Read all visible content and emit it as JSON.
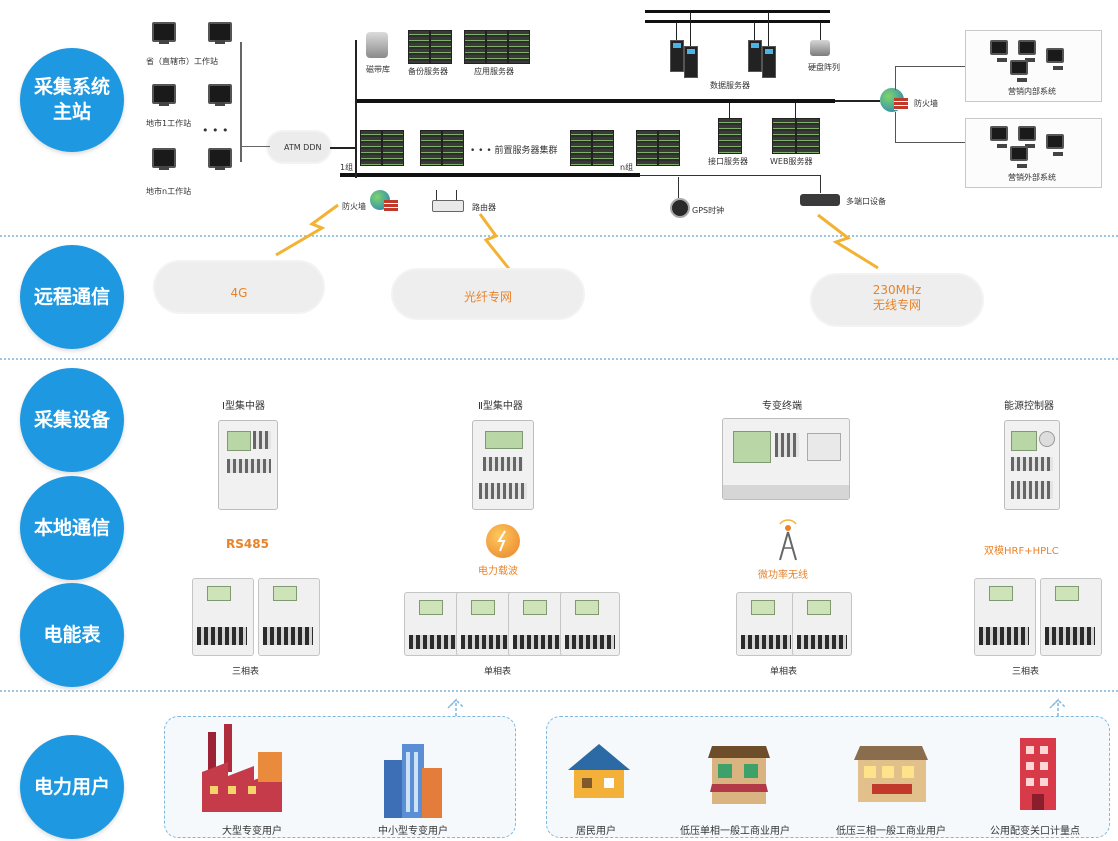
{
  "sections": {
    "master": "采集系统\n主站",
    "remote": "远程通信",
    "device": "采集设备",
    "local": "本地通信",
    "meter": "电能表",
    "user": "电力用户"
  },
  "master_station": {
    "ws_province": "省（直辖市）工作站",
    "ws_city1": "地市1工作站",
    "ws_dots": "• • •",
    "ws_cityn": "地市n工作站",
    "atm_ddn": "ATM DDN",
    "magnetic": "磁带库",
    "backup_server": "备份服务器",
    "app_server": "应用服务器",
    "data_server": "数据服务器",
    "disk_array": "硬盘阵列",
    "firewall_top": "防火墙",
    "internal_system": "营销内部系统",
    "external_system": "营销外部系统",
    "group1": "1组",
    "cluster": "• • •  前置服务器集群",
    "groupn": "n组",
    "interface_server": "接口服务器",
    "web_server": "WEB服务器",
    "firewall_bottom": "防火墙",
    "router": "路由器",
    "gps": "GPS时钟",
    "multiport": "多端口设备"
  },
  "remote_comm": {
    "c1": "4G",
    "c2": "光纤专网",
    "c3": "230MHz\n无线专网"
  },
  "devices": {
    "d1": "I型集中器",
    "d2": "Ⅱ型集中器",
    "d3": "专变终端",
    "d4": "能源控制器"
  },
  "local_comm": {
    "l1": "RS485",
    "l2": "电力载波",
    "l3": "微功率无线",
    "l4": "双模HRF+HPLC"
  },
  "meters": {
    "m1": "三相表",
    "m2": "单相表",
    "m3": "单相表",
    "m4": "三相表"
  },
  "users": {
    "u1": "大型专变用户",
    "u2": "中小型专变用户",
    "u3": "居民用户",
    "u4": "低压单相一般工商业用户",
    "u5": "低压三相一般工商业用户",
    "u6": "公用配变关口计量点"
  },
  "colors": {
    "circle": "#1e98e0",
    "accent": "#e8832a",
    "divider": "#9cc6e6"
  }
}
